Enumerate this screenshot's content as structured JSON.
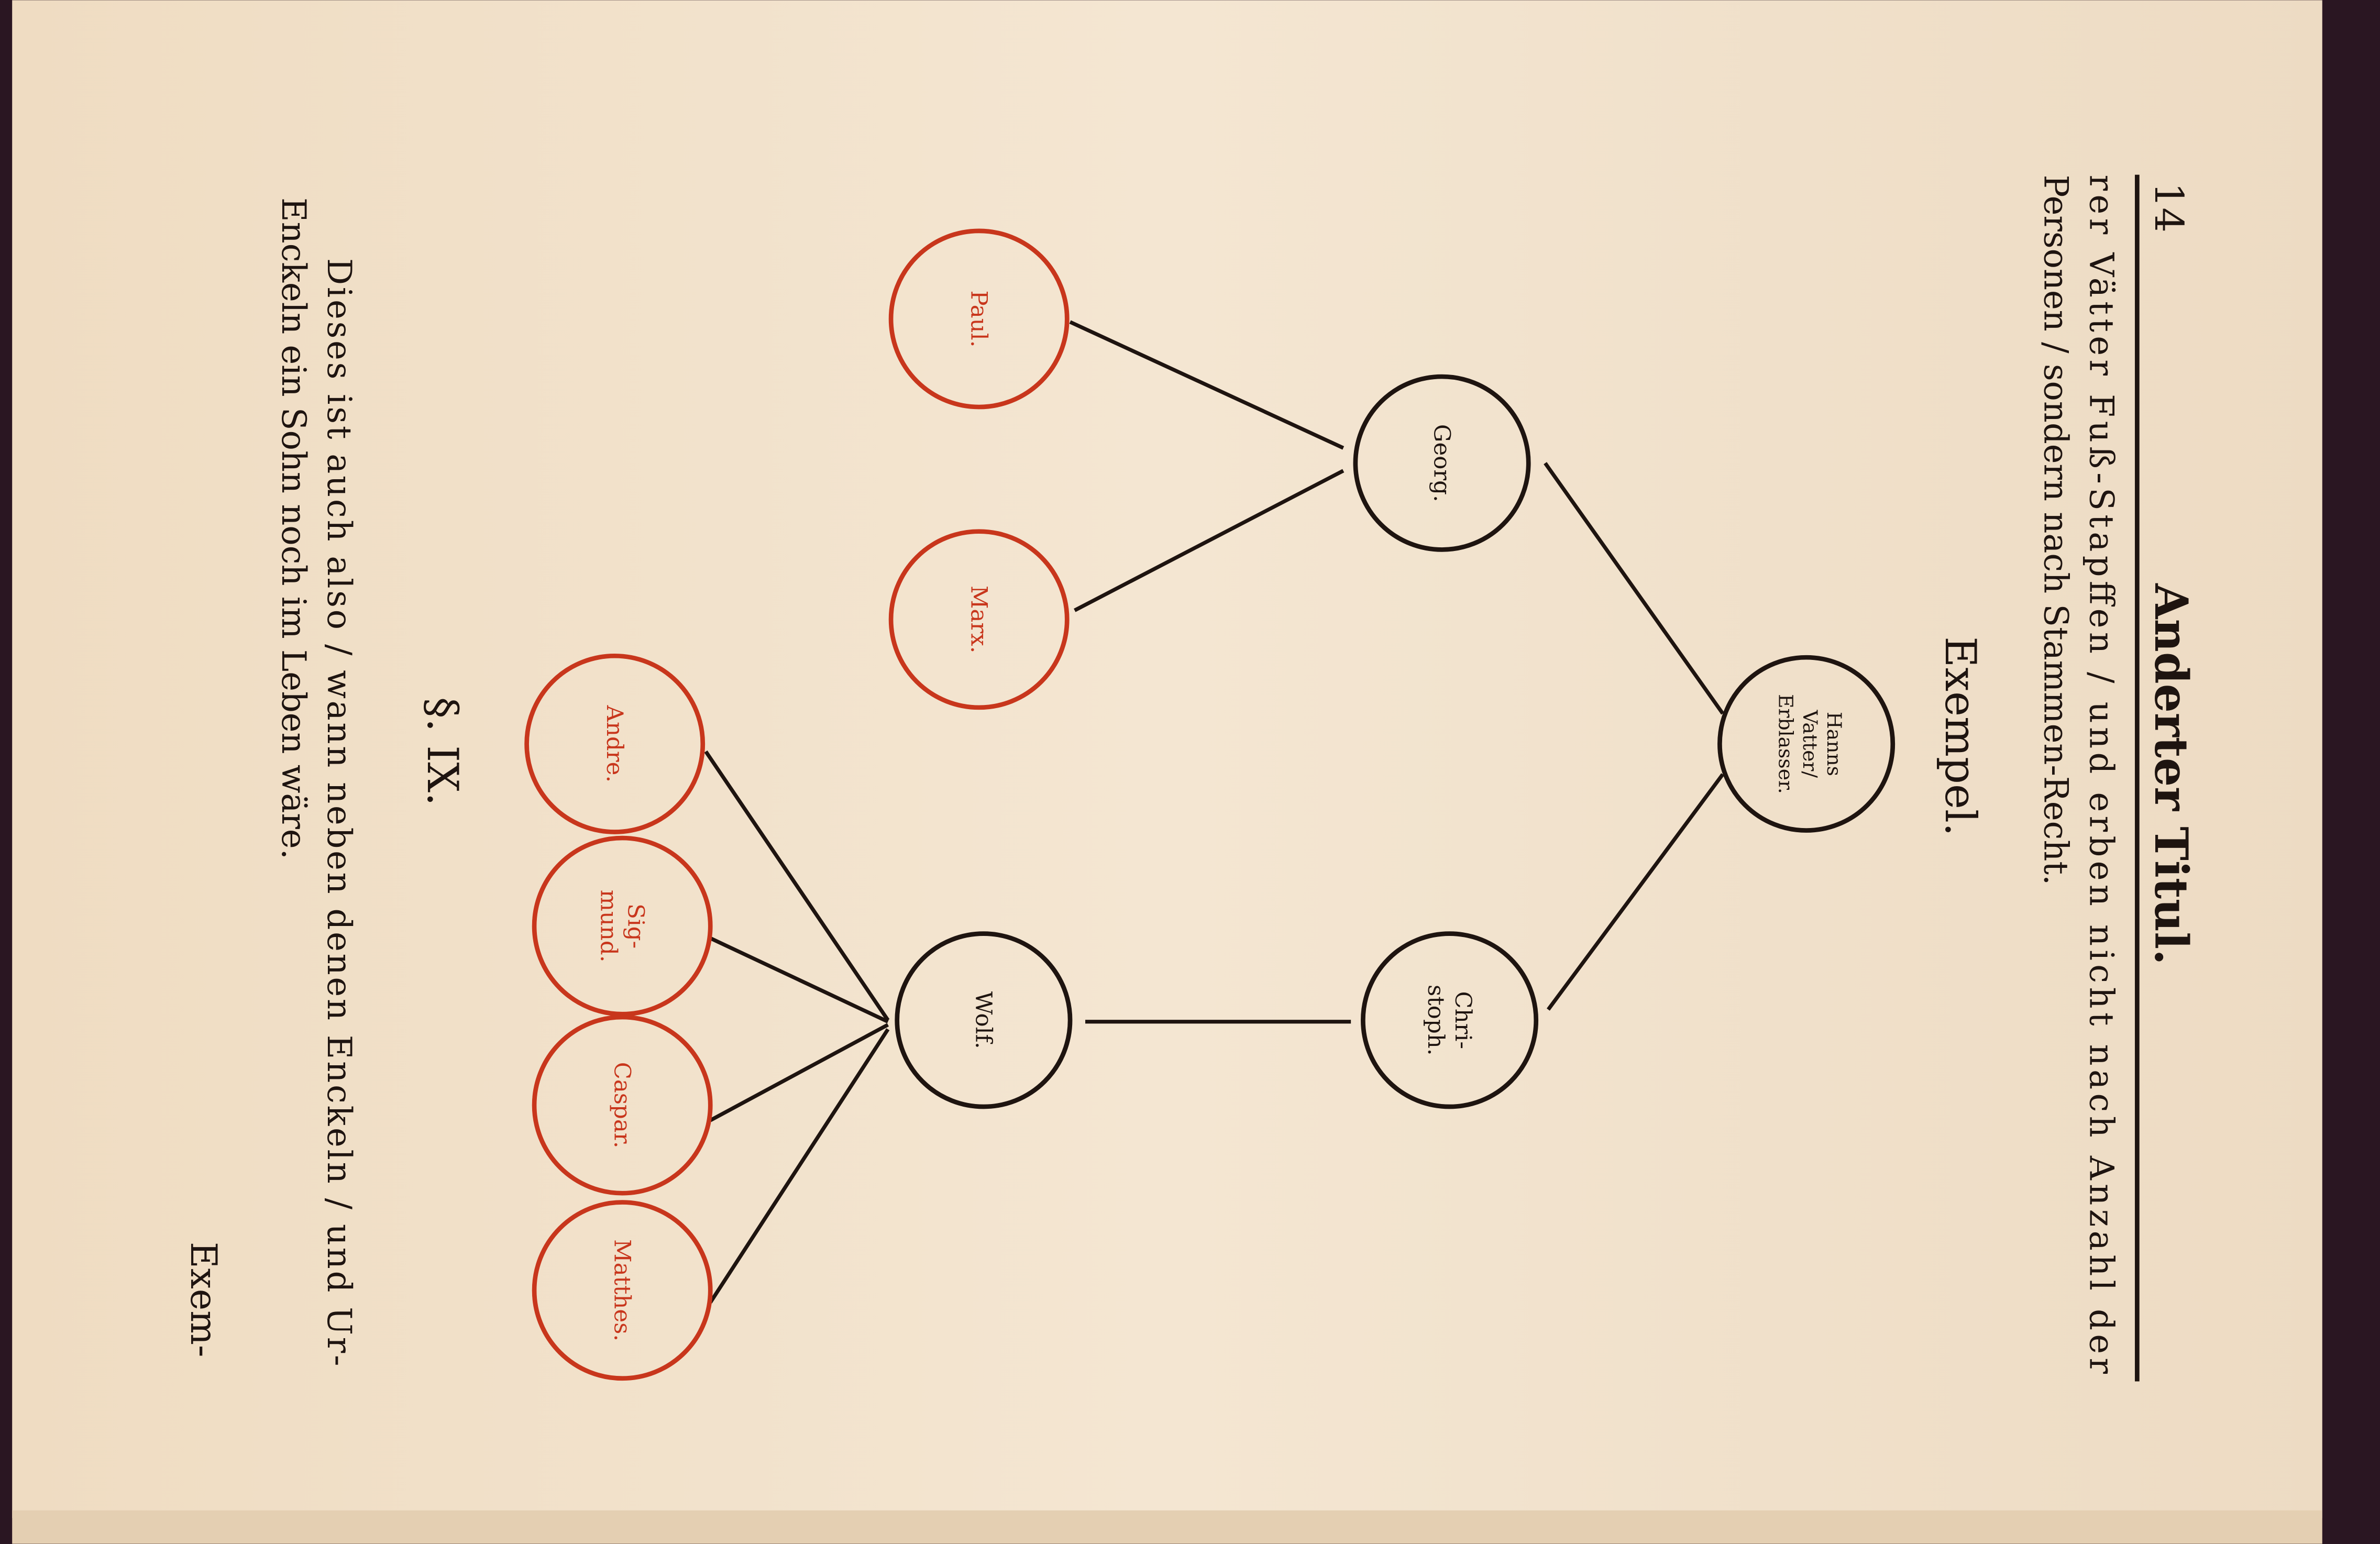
{
  "page": {
    "number": "14",
    "running_title": "Anderter Titul.",
    "top_lines": [
      "rer Vätter Fuß-Stapffen / und erben nicht nach Anzahl der",
      "Personen / sondern nach Stammen-Recht."
    ],
    "example_heading": "Exempel.",
    "section": "§. IX.",
    "bottom_lines": [
      "Dieses ist auch also / wann neben denen Enckeln / und Ur-",
      "Enckeln ein Sohn noch im Leben wäre."
    ],
    "catchword": "Exem-"
  },
  "diagram": {
    "colors": {
      "black": "#1e1410",
      "red": "#c8361c",
      "paper": "#f1e2cb"
    },
    "nodes": {
      "hanns": {
        "lines": [
          "Hanns",
          "Vatter/",
          "Erblasser."
        ],
        "color": "black"
      },
      "georg": {
        "lines": [
          "Georg."
        ],
        "color": "black"
      },
      "christoph": {
        "lines": [
          "Chri-",
          "stoph."
        ],
        "color": "black"
      },
      "wolf": {
        "lines": [
          "Wolf."
        ],
        "color": "black"
      },
      "paul": {
        "lines": [
          "Paul."
        ],
        "color": "red"
      },
      "marx": {
        "lines": [
          "Marx."
        ],
        "color": "red"
      },
      "andre": {
        "lines": [
          "Andre."
        ],
        "color": "red"
      },
      "sigmund": {
        "lines": [
          "Sig-",
          "mund."
        ],
        "color": "red"
      },
      "caspar": {
        "lines": [
          "Caspar."
        ],
        "color": "red"
      },
      "matthes": {
        "lines": [
          "Matthes."
        ],
        "color": "red"
      }
    }
  }
}
